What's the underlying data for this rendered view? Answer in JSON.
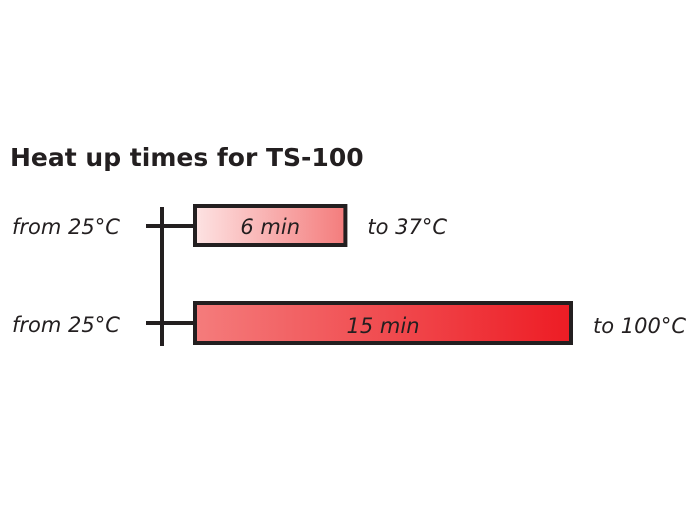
{
  "chart_data": {
    "type": "bar",
    "orientation": "horizontal",
    "title": "Heat up times for TS-100",
    "unit": "min",
    "bars": [
      {
        "start_label": "from 25°C",
        "end_label": "to 37°C",
        "value": 6,
        "value_label": "6 min"
      },
      {
        "start_label": "from 25°C",
        "end_label": "to 100°C",
        "value": 15,
        "value_label": "15 min"
      }
    ],
    "xlim": [
      0,
      15
    ]
  },
  "colors": {
    "bar_light": "#fde3e3",
    "bar_mid": "#f47c7c",
    "bar_dark": "#ed1c24",
    "outline": "#231f20"
  }
}
